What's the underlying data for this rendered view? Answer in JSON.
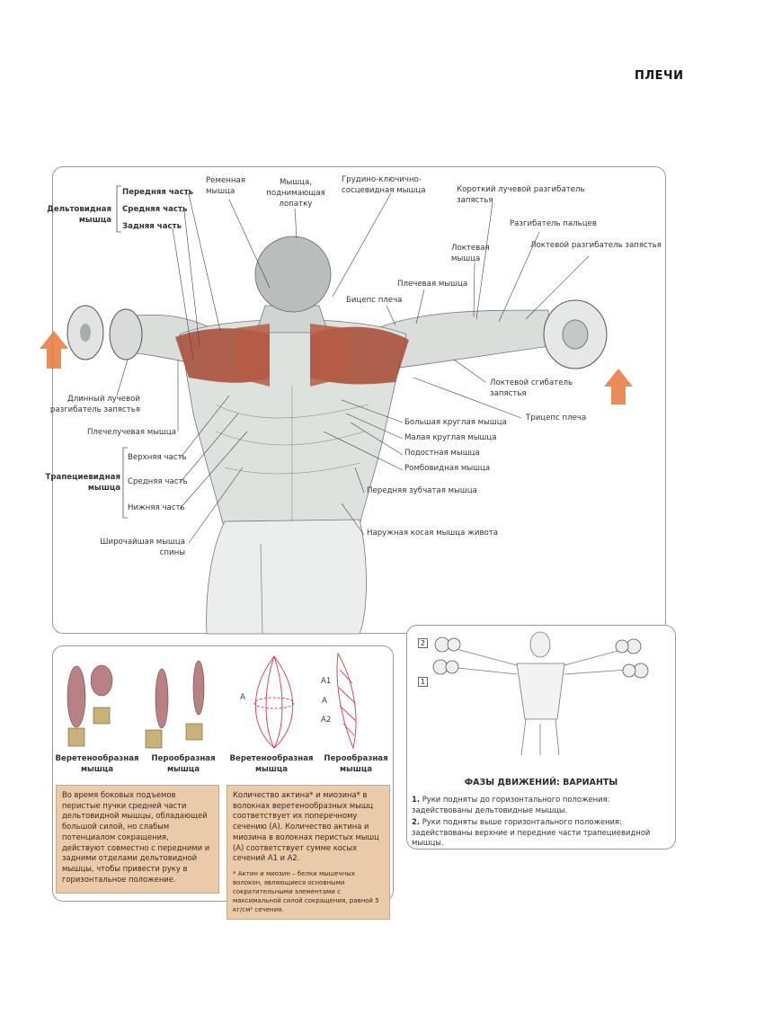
{
  "page_title": "ПЛЕЧИ",
  "main_diagram": {
    "deltoid": {
      "group": "Дельтовидная мышца",
      "parts": [
        "Передняя часть",
        "Средняя часть",
        "Задняя часть"
      ]
    },
    "trapezius": {
      "group": "Трапециевидная мышца",
      "parts": [
        "Верхняя часть",
        "Средняя часть",
        "Нижняя часть"
      ]
    },
    "labels": {
      "splenius": "Ременная мышца",
      "levator": "Мышца, поднимающая лопатку",
      "scm": "Грудино-ключично-сосцевидная мышца",
      "ecrb": "Короткий лучевой разгибатель запястья",
      "ext_dig": "Разгибатель пальцев",
      "anconeus": "Локтевая мышца",
      "ecu": "Локтевой разгибатель запястья",
      "brachialis": "Плечевая мышца",
      "biceps": "Бицепс плеча",
      "fcu": "Локтевой сгибатель запястья",
      "triceps": "Трицепс плеча",
      "teres_major": "Большая круглая мышца",
      "teres_minor": "Малая круглая мышца",
      "infraspinatus": "Подостная мышца",
      "rhomboid": "Ромбовидная мышца",
      "serratus": "Передняя зубчатая мышца",
      "oblique": "Наружная косая мышца живота",
      "ecrl": "Длинный лучевой разгибатель запястья",
      "brachioradialis": "Плечелучевая мышца",
      "latissimus": "Широчайшая мышца спины"
    }
  },
  "muscle_types": {
    "captions": [
      "Веретенообразная мышца",
      "Перообразная мышца",
      "Веретенообразная мышца",
      "Перообразная мышца"
    ],
    "section_labels": [
      "A",
      "A1",
      "A",
      "A2"
    ],
    "text_left": "Во время боковых подъемов перистые пучки средней части дельтовидной мышцы, обладающей большой силой, но слабым потенциалом сокращения, действуют совместно с передними и задними отделами дельтовидной мышцы, чтобы привести руку в горизонтальное положение.",
    "text_right": "Количество актина* и миозина* в волокнах веретенообразных мышц соответствует их поперечному сечению (A). Количество актина и миозина в волокнах перистых мышц (A) соответствует сумме косых сечений A1 и A2.",
    "footnote": "* Актин и миозин – белки мышечных волокон, являющиеся основными сократительными элементами с максимальной силой сокращения, равной 5 кг/см² сечения."
  },
  "phases": {
    "markers": [
      "2",
      "1"
    ],
    "title": "ФАЗЫ ДВИЖЕНИЙ: ВАРИАНТЫ",
    "items": [
      {
        "num": "1.",
        "text": "Руки подняты до горизонтального положения: задействованы дельтовидные мышцы."
      },
      {
        "num": "2.",
        "text": "Руки подняты выше горизонтального положения: задействованы верхние и передние части трапециевидной мышцы."
      }
    ]
  },
  "colors": {
    "muscle_red": "#a8523d",
    "arrow_orange": "#e8773a",
    "box_tan": "#ebcaa9"
  }
}
